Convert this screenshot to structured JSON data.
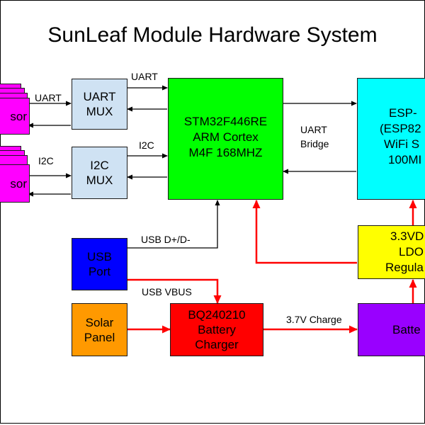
{
  "title": "SunLeaf Module Hardware System",
  "blocks": {
    "sensor_uart": {
      "lines": [
        "sor"
      ],
      "color": "#ff00ff"
    },
    "sensor_i2c": {
      "lines": [
        "sor"
      ],
      "color": "#ff00ff"
    },
    "uart_mux": {
      "lines": [
        "UART",
        "MUX"
      ],
      "color": "#cfe2f3"
    },
    "i2c_mux": {
      "lines": [
        "I2C",
        "MUX"
      ],
      "color": "#cfe2f3"
    },
    "mcu": {
      "lines": [
        "STM32F446RE",
        "ARM Cortex",
        "M4F 168MHZ"
      ],
      "color": "#00ff00"
    },
    "wifi": {
      "lines": [
        "ESP-",
        "(ESP82",
        "WiFi S",
        "100MI"
      ],
      "color": "#00ffff"
    },
    "ldo": {
      "lines": [
        "3.3VD",
        "LDO",
        "Regula"
      ],
      "color": "#ffff00"
    },
    "usb": {
      "lines": [
        "USB",
        "Port"
      ],
      "color": "#0000ff"
    },
    "solar": {
      "lines": [
        "Solar",
        "Panel"
      ],
      "color": "#ff9900"
    },
    "charger": {
      "lines": [
        "BQ240210",
        "Battery",
        "Charger"
      ],
      "color": "#ff0000"
    },
    "battery": {
      "lines": [
        "Batte"
      ],
      "color": "#9900ff"
    }
  },
  "labels": {
    "uart_sensor": "UART",
    "uart_top": "UART",
    "i2c_sensor": "I2C",
    "i2c_top": "I2C",
    "uart_bridge_1": "UART",
    "uart_bridge_2": "Bridge",
    "usb_data": "USB D+/D-",
    "usb_vbus": "USB VBUS",
    "charge": "3.7V Charge"
  },
  "colors": {
    "signal": "#000000",
    "power": "#ff0000"
  }
}
